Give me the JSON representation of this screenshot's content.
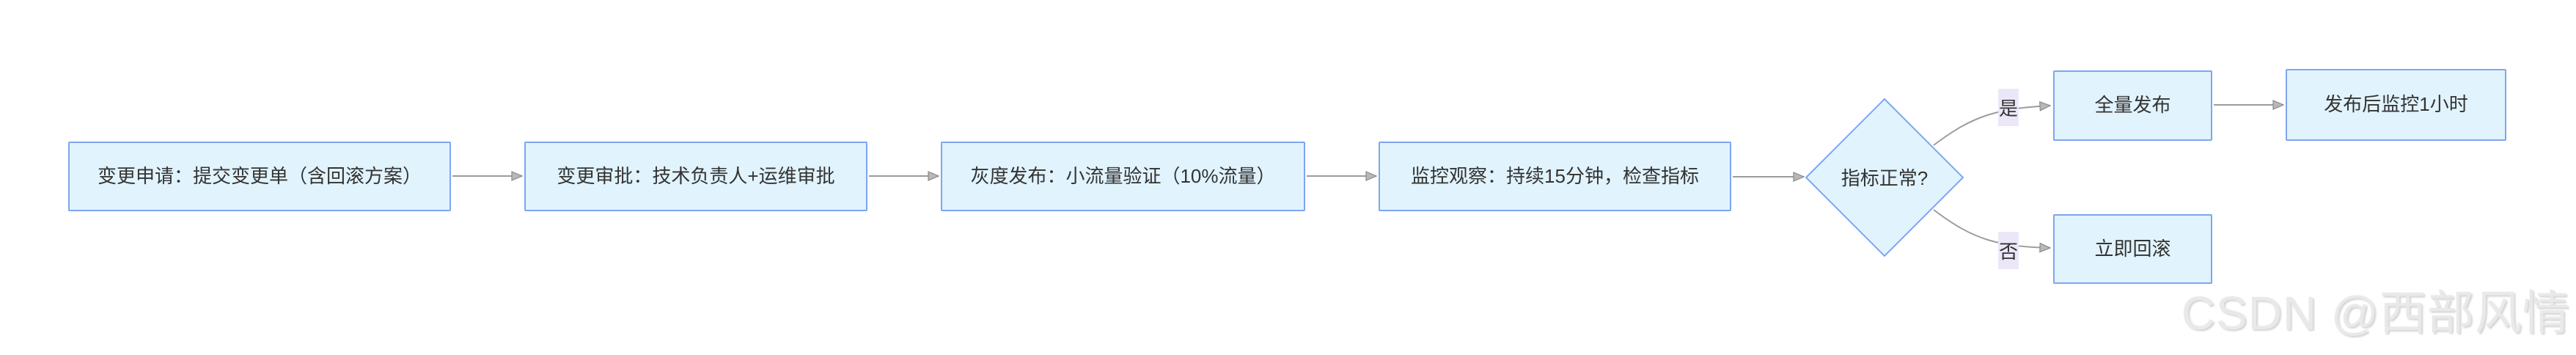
{
  "theme": {
    "node_fill": "#e1f3fc",
    "node_border": "#7ea6f0",
    "edge_color": "#9c9c9c",
    "arrow_fill": "#b8b8b8",
    "arrow_stroke": "#8a8a8a",
    "label_bg": "#ece7f8",
    "text_color": "#333333",
    "watermark_color": "#e9e9e9"
  },
  "flowchart": {
    "nodes": {
      "change_request": "变更申请：提交变更单（含回滚方案）",
      "change_approval": "变更审批：技术负责人+运维审批",
      "canary_release": "灰度发布：小流量验证（10%流量）",
      "monitoring": "监控观察：持续15分钟，检查指标",
      "decision": "指标正常?",
      "full_release": "全量发布",
      "post_release_monitor": "发布后监控1小时",
      "rollback": "立即回滚"
    },
    "edge_labels": {
      "yes": "是",
      "no": "否"
    }
  },
  "watermark": {
    "text": "CSDN @西部风情"
  }
}
